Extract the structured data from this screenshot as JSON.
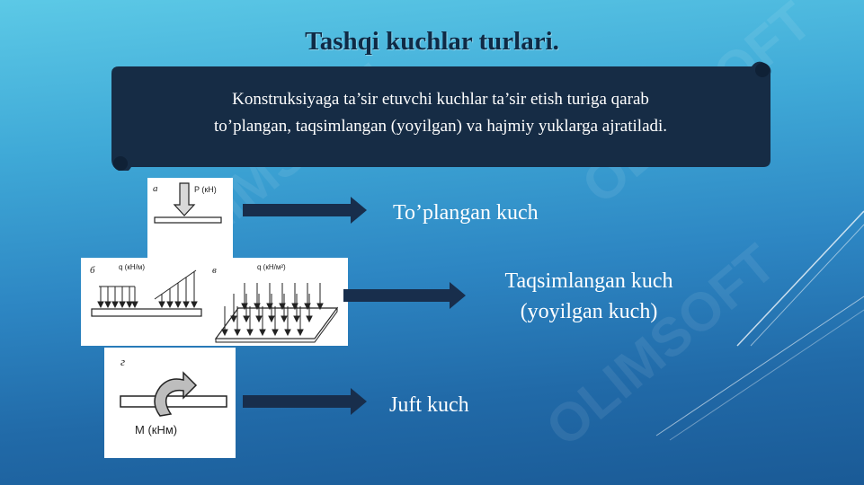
{
  "slide": {
    "title": "Tashqi kuchlar turlari.",
    "banner_line1": "Konstruksiyaga ta’sir etuvchi kuchlar ta’sir etish turiga qarab",
    "banner_line2": "to’plangan, taqsimlangan (yoyilgan) va hajmiy yuklarga ajratiladi.",
    "items": [
      {
        "label": "To’plangan kuch"
      },
      {
        "label_line1": "Taqsimlangan kuch",
        "label_line2": "(yoyilgan kuch)"
      },
      {
        "label": "Juft kuch"
      }
    ],
    "figures": {
      "a_letter": "a",
      "a_force": "P (кН)",
      "b_letter": "б",
      "b_load": "q (кН/м)",
      "v_letter": "в",
      "v_load": "q (кН/м²)",
      "g_letter": "г",
      "g_moment": "M (кНм)"
    },
    "watermark_text": "OLIMSOFT"
  },
  "colors": {
    "banner": "#162c45",
    "arrow": "#182e4c",
    "title": "#0f2a45"
  }
}
